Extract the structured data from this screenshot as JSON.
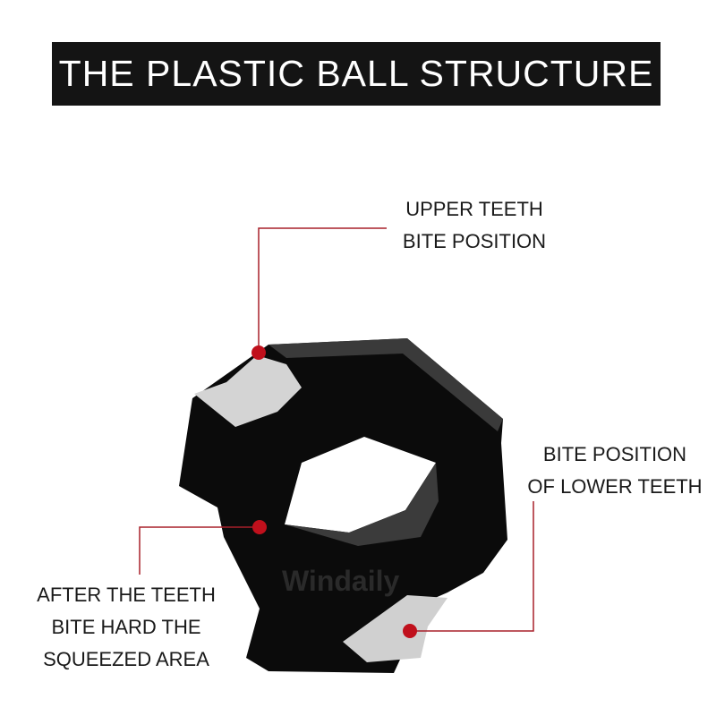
{
  "header": {
    "title": "THE PLASTIC BALL STRUCTURE"
  },
  "callouts": {
    "upper": [
      "UPPER TEETH",
      "BITE POSITION"
    ],
    "lower": [
      "BITE POSITION",
      "OF LOWER TEETH"
    ],
    "squeezed": [
      "AFTER THE TEETH",
      "BITE HARD THE",
      "SQUEEZED AREA"
    ]
  },
  "watermark": "Windaily",
  "colors": {
    "accent": "#c0101c",
    "banner": "#141414"
  }
}
